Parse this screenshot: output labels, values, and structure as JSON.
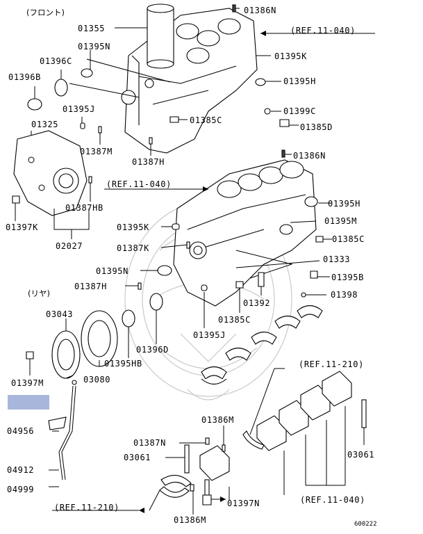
{
  "headers": {
    "front": "(フロント)",
    "rear": "(リヤ)"
  },
  "refs": {
    "top": "(REF.11-040)",
    "mid": "(REF.11-040)",
    "r210a": "(REF.11-210)",
    "r040b": "(REF.11-040)",
    "r210b": "(REF.11-210)"
  },
  "labels": {
    "p01386N_a": "01386N",
    "p01355": "01355",
    "p01395N_a": "01395N",
    "p01395K_a": "01395K",
    "p01396C": "01396C",
    "p01396B": "01396B",
    "p01395H_a": "01395H",
    "p01395J_a": "01395J",
    "p01399C": "01399C",
    "p01385C_a": "01385C",
    "p01385D": "01385D",
    "p01325": "01325",
    "p01387M": "01387M",
    "p01387H_a": "01387H",
    "p01386N_b": "01386N",
    "p01387HB": "01387HB",
    "p01397K": "01397K",
    "p02027": "02027",
    "p01395H_b": "01395H",
    "p01395K_b": "01395K",
    "p01395M": "01395M",
    "p01385C_b": "01385C",
    "p01387K": "01387K",
    "p01333": "01333",
    "p01395N_b": "01395N",
    "p01395B": "01395B",
    "p01387H_b": "01387H",
    "p01392": "01392",
    "p01398": "01398",
    "p03043": "03043",
    "p01385C_c": "01385C",
    "p01396D": "01396D",
    "p01395J_b": "01395J",
    "p01395HB": "01395HB",
    "p01397M": "01397M",
    "p03080": "03080",
    "p01386M_a": "01386M",
    "p04956": "04956",
    "p01387N": "01387N",
    "p03061_a": "03061",
    "p03061_b": "03061",
    "p04912": "04912",
    "p04999": "04999",
    "p01397N": "01397N",
    "p01386M_b": "01386M"
  },
  "diagram_id": "600222",
  "highlight_color": "#a9b6dc"
}
